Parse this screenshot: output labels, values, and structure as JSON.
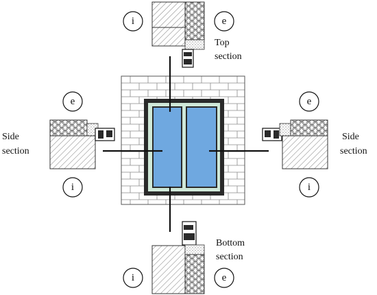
{
  "markers": {
    "interior": "i",
    "exterior": "e"
  },
  "labels": {
    "top": [
      "Top",
      "section"
    ],
    "bottom": [
      "Bottom",
      "section"
    ],
    "left": [
      "Side",
      "section"
    ],
    "right": [
      "Side",
      "section"
    ]
  },
  "colors": {
    "glass": "#6fa8e0",
    "frame": "#2a2a2a",
    "frame_inner": "#cfe8d8",
    "wall": "#ffffff",
    "line": "#111111"
  }
}
